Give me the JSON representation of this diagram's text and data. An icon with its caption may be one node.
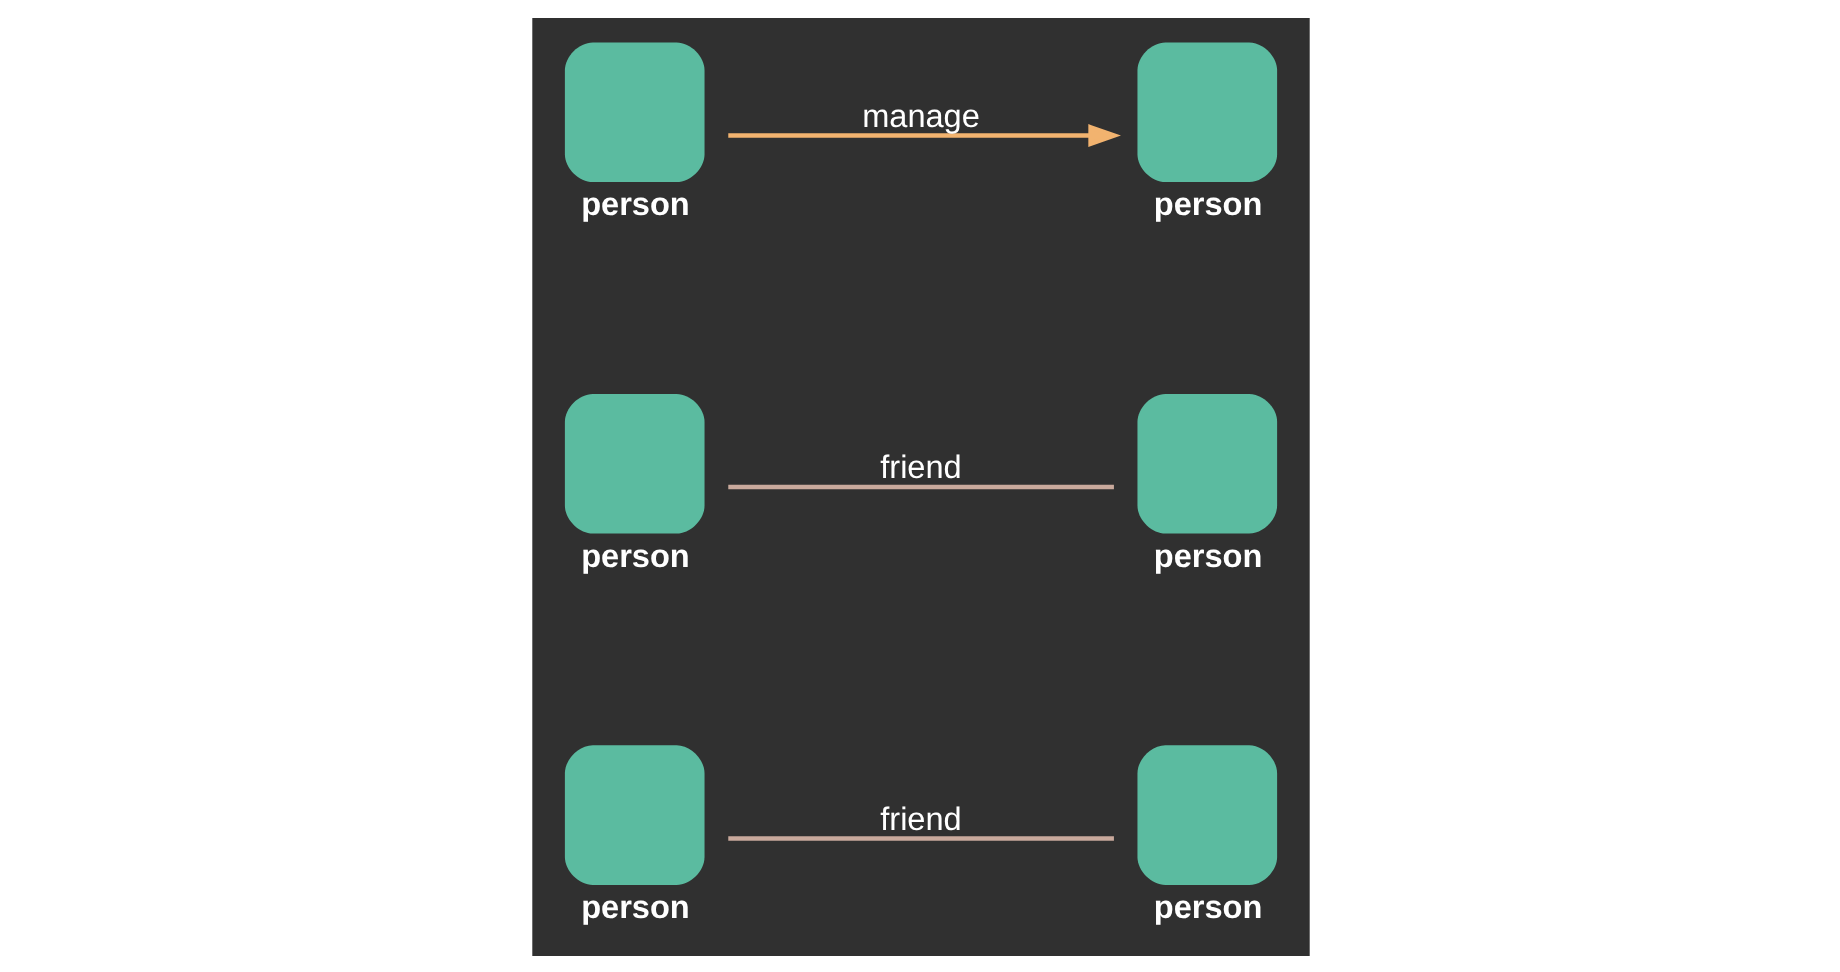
{
  "diagram": {
    "nodes": [
      {
        "text": [
          "person"
        ]
      },
      {
        "text": [
          "person"
        ]
      },
      {
        "text": [
          "person"
        ]
      },
      {
        "text": [
          "person"
        ]
      },
      {
        "text": [
          "person"
        ]
      },
      {
        "text": [
          "person"
        ]
      }
    ],
    "edges": [
      {
        "from": 1,
        "to": 2,
        "arrow": "none",
        "label": "friend",
        "color": "#c9a99c"
      },
      {
        "from": 0,
        "to": 3,
        "arrow": "none",
        "label": "friend",
        "color": "#c9a99c"
      },
      {
        "from": 4,
        "to": 5,
        "arrow": "to",
        "label": "manage",
        "color": "#f2b36f"
      }
    ]
  }
}
